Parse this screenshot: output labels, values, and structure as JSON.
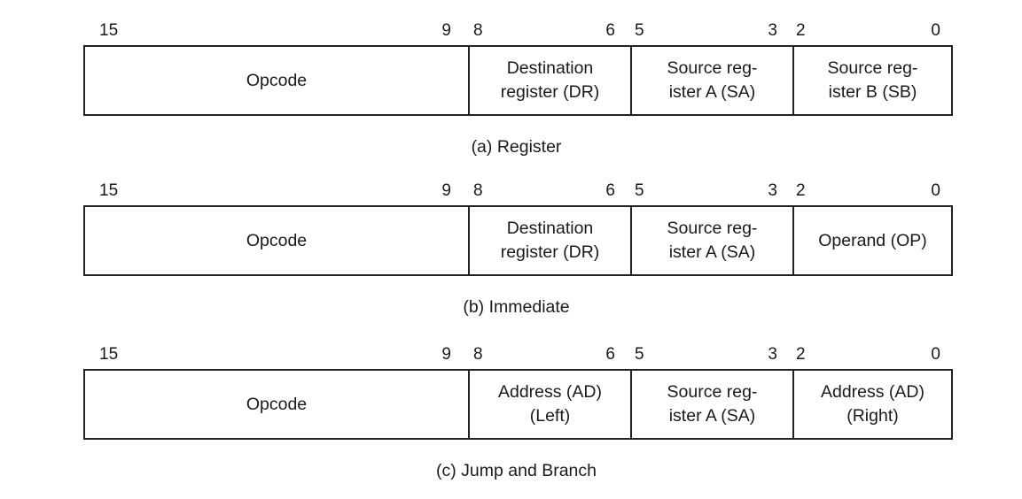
{
  "bit_numbers": [
    "15",
    "9",
    "8",
    "6",
    "5",
    "3",
    "2",
    "0"
  ],
  "formats": [
    {
      "caption": "(a) Register",
      "fields": [
        "Opcode",
        "Destination\nregister (DR)",
        "Source reg-\nister A (SA)",
        "Source reg-\nister B (SB)"
      ]
    },
    {
      "caption": "(b) Immediate",
      "fields": [
        "Opcode",
        "Destination\nregister (DR)",
        "Source reg-\nister A (SA)",
        "Operand (OP)"
      ]
    },
    {
      "caption": "(c) Jump and Branch",
      "fields": [
        "Opcode",
        "Address (AD)\n(Left)",
        "Source reg-\nister A (SA)",
        "Address (AD)\n(Right)"
      ]
    }
  ]
}
